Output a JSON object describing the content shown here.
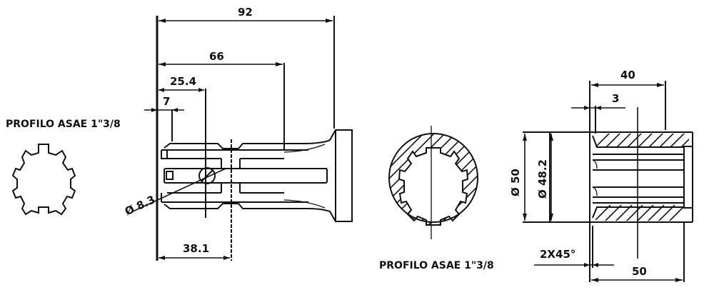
{
  "profile_left": {
    "title": "PROFILO ASAE 1\"3/8"
  },
  "profile_center": {
    "title": "PROFILO ASAE 1\"3/8"
  },
  "side_view": {
    "dim_total_length": "92",
    "dim_spline_length": "66",
    "dim_pin_position": "25.4",
    "dim_groove": "7",
    "dim_pin_hole_diameter": "Ø 8.3",
    "dim_groove_position": "38.1"
  },
  "section_view": {
    "dim_hub_length": "40",
    "dim_chamfer_offset": "3",
    "dim_outer_diameter": "Ø 50",
    "dim_bore_diameter": "Ø 48.2",
    "dim_chamfer": "2X45°",
    "dim_overall_length": "50"
  },
  "colors": {
    "line": "#111111",
    "background": "#ffffff"
  }
}
